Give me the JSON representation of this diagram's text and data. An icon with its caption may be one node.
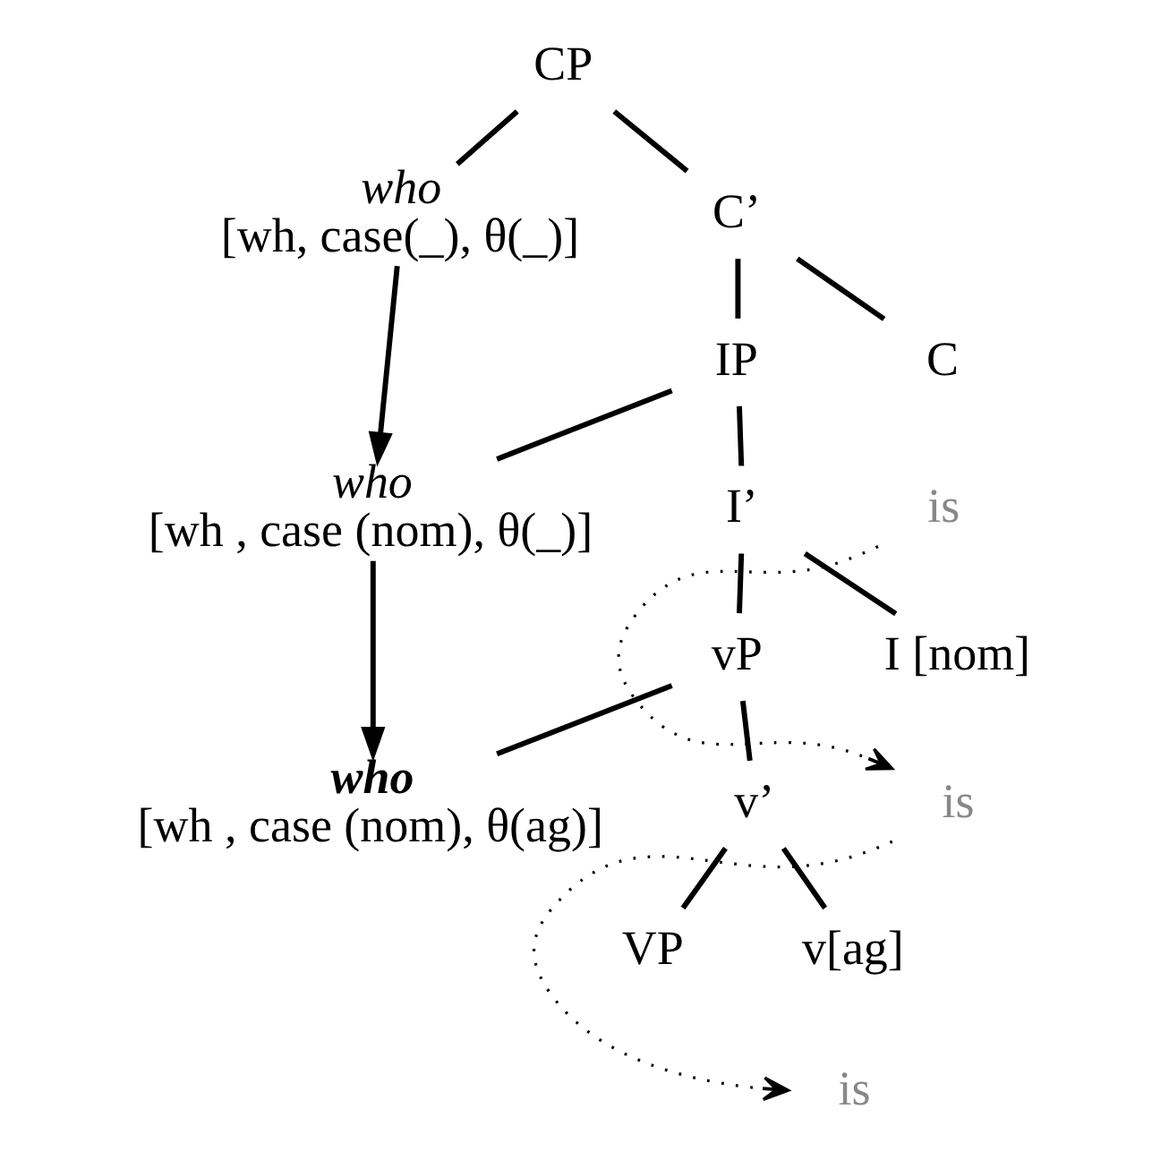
{
  "diagram": {
    "nodes": [
      {
        "text": [
          "CP"
        ]
      },
      {
        "text": [
          "who",
          "[wh, case(_), θ(_)]"
        ]
      },
      {
        "text": [
          "C’"
        ]
      },
      {
        "text": [
          "C"
        ]
      },
      {
        "text": [
          "is"
        ]
      },
      {
        "text": [
          "IP"
        ]
      },
      {
        "text": [
          "who",
          "[wh , case (nom), θ(_)]"
        ]
      },
      {
        "text": [
          "I’"
        ]
      },
      {
        "text": [
          "I [nom]"
        ]
      },
      {
        "text": [
          "vP"
        ]
      },
      {
        "text": [
          "is"
        ]
      },
      {
        "text": [
          "who",
          "[wh , case (nom), θ(ag)]"
        ]
      },
      {
        "text": [
          "v’"
        ]
      },
      {
        "text": [
          "v[ag]"
        ]
      },
      {
        "text": [
          "VP"
        ]
      },
      {
        "text": [
          "is"
        ]
      }
    ],
    "edges": [
      {
        "from": 0,
        "to": 1,
        "arrow": "none"
      },
      {
        "from": 0,
        "to": 2,
        "arrow": "none"
      },
      {
        "from": 2,
        "to": 3,
        "arrow": "none"
      },
      {
        "from": 2,
        "to": 5,
        "arrow": "none"
      },
      {
        "from": 5,
        "to": 6,
        "arrow": "none"
      },
      {
        "from": 5,
        "to": 7,
        "arrow": "none"
      },
      {
        "from": 7,
        "to": 8,
        "arrow": "none"
      },
      {
        "from": 7,
        "to": 9,
        "arrow": "none"
      },
      {
        "from": 9,
        "to": 11,
        "arrow": "none"
      },
      {
        "from": 9,
        "to": 12,
        "arrow": "none"
      },
      {
        "from": 12,
        "to": 13,
        "arrow": "none"
      },
      {
        "from": 12,
        "to": 14,
        "arrow": "none"
      },
      {
        "from": 1,
        "to": 6,
        "arrow": "to"
      },
      {
        "from": 6,
        "to": 11,
        "arrow": "to"
      },
      {
        "from": 4,
        "to": 10,
        "arrow": "to",
        "style": "dashed"
      },
      {
        "from": 10,
        "to": 15,
        "arrow": "to",
        "style": "dashed"
      }
    ]
  }
}
